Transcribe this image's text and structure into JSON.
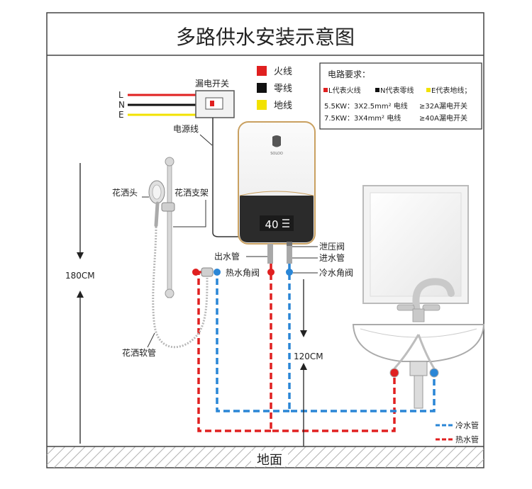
{
  "title": "多路供水安装示意图",
  "legend": {
    "fire": "火线",
    "zero": "零线",
    "ground": "地线",
    "fire_color": "#e02020",
    "zero_color": "#111111",
    "ground_color": "#f2e200"
  },
  "circuit": {
    "heading": "电路要求：",
    "codes": [
      "L代表火线",
      "N代表零线",
      "E代表地线；"
    ],
    "spec1_left": "5.5KW：3X2.5mm² 电线",
    "spec1_right": "≥32A漏电开关",
    "spec2_left": "7.5KW：3X4mm² 电线",
    "spec2_right": "≥40A漏电开关"
  },
  "wires": {
    "l": "L",
    "n": "N",
    "e": "E"
  },
  "labels": {
    "leakage_switch": "漏电开关",
    "power_cord": "电源线",
    "shower_head": "花洒头",
    "shower_bracket": "花洒支架",
    "outlet_pipe": "出水管",
    "relief_valve": "泄压阀",
    "inlet_pipe": "进水管",
    "hot_valve": "热水角阀",
    "cold_valve": "冷水角阀",
    "shower_hose": "花洒软管",
    "height_180": "180CM",
    "height_120": "120CM",
    "floor": "地面",
    "cold_pipe": "冷水管",
    "hot_pipe": "热水管"
  },
  "heater": {
    "display": "40",
    "brand": "SOLOO"
  },
  "colors": {
    "hot": "#e02020",
    "cold": "#2a86d6"
  }
}
